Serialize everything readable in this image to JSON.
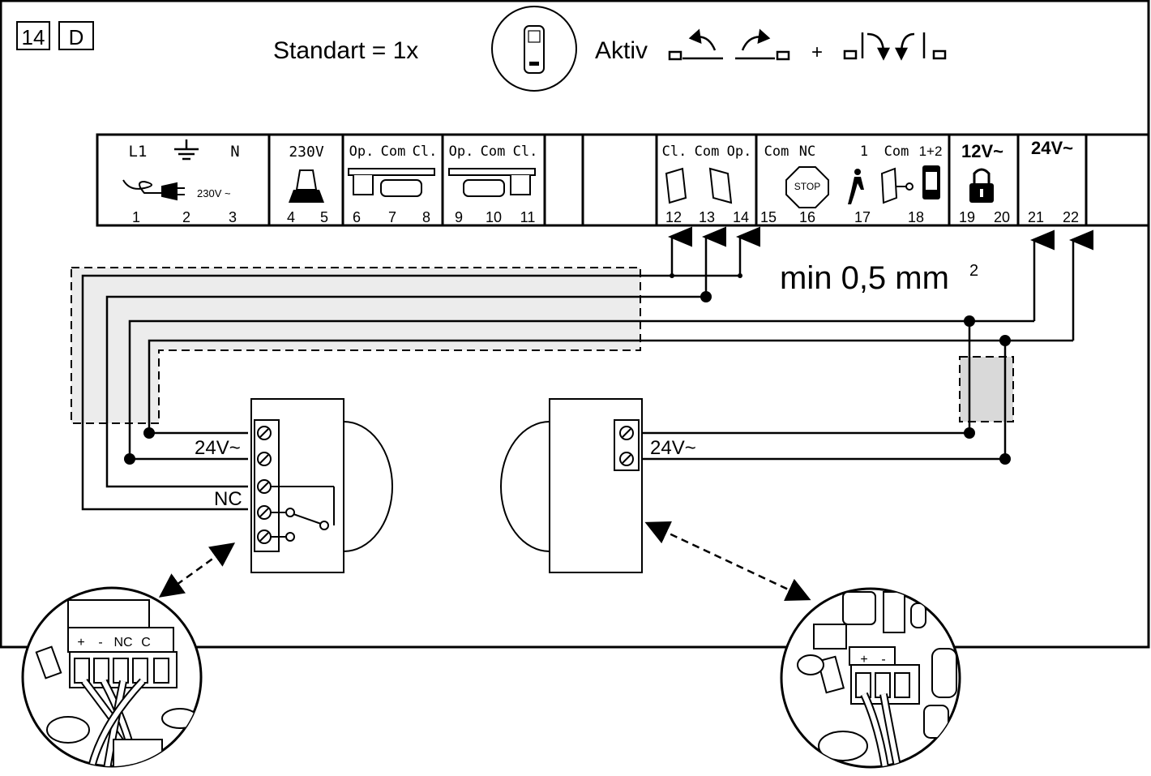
{
  "badges": {
    "page": "14",
    "letter": "D"
  },
  "header": {
    "mode_text": "Standart = 1x",
    "aktiv_label": "Aktiv",
    "plus": "+"
  },
  "terminal_block": {
    "groups": [
      {
        "id": "power",
        "labels": [
          "L1",
          "N"
        ],
        "sublabel": "230V ~",
        "numbers": [
          "1",
          "2",
          "3"
        ]
      },
      {
        "id": "lamp",
        "labels": [
          "230V"
        ],
        "numbers": [
          "4",
          "5"
        ]
      },
      {
        "id": "motor1",
        "labels": [
          "Op.",
          "Com",
          "Cl."
        ],
        "numbers": [
          "6",
          "7",
          "8"
        ]
      },
      {
        "id": "motor2",
        "labels": [
          "Op.",
          "Com",
          "Cl."
        ],
        "numbers": [
          "9",
          "10",
          "11"
        ]
      },
      {
        "id": "limits",
        "labels": [
          "Cl.",
          "Com",
          "Op."
        ],
        "numbers": [
          "12",
          "13",
          "14"
        ]
      },
      {
        "id": "inputs",
        "labels": [
          "Com",
          "NC",
          "1",
          "Com",
          "1+2"
        ],
        "stop_text": "STOP",
        "numbers": [
          "15",
          "16",
          "17",
          "18"
        ]
      },
      {
        "id": "lock",
        "labels": [
          "12V~"
        ],
        "numbers": [
          "19",
          "20"
        ]
      },
      {
        "id": "aux",
        "labels": [
          "24V~"
        ],
        "numbers": [
          "21",
          "22"
        ]
      }
    ]
  },
  "cable_note": {
    "text": "min 0,5 mm",
    "superscript": "2"
  },
  "transmitter": {
    "voltage": "24V~",
    "nc_label": "NC"
  },
  "receiver": {
    "voltage": "24V~"
  },
  "detail_left": {
    "labels": [
      "+",
      "-",
      "NC",
      "C"
    ]
  },
  "detail_right": {
    "labels": [
      "+",
      "-"
    ]
  }
}
